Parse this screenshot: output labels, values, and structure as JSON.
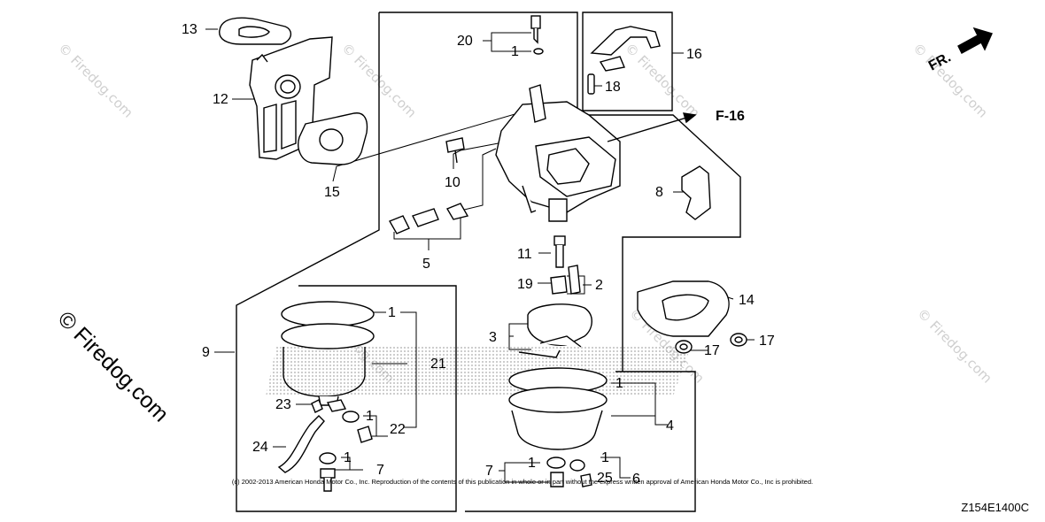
{
  "watermark": {
    "large": "© Firedog.com",
    "small": "© Firedog.com"
  },
  "direction": {
    "label": "FR."
  },
  "reference": {
    "label": "F-16"
  },
  "callouts": [
    "13",
    "12",
    "15",
    "20",
    "1",
    "10",
    "5",
    "16",
    "18",
    "8",
    "11",
    "2",
    "19",
    "3",
    "14",
    "17",
    "17",
    "9",
    "1",
    "21",
    "23",
    "1",
    "22",
    "24",
    "1",
    "7",
    "1",
    "4",
    "7",
    "1",
    "1",
    "6",
    "25"
  ],
  "copyright": "(c) 2002-2013 American Honda Motor Co., Inc. Reproduction of the contents of this publication in whole or in part without the express written approval of American Honda Motor Co., Inc is prohibited.",
  "diagram_code": "Z154E1400C",
  "colors": {
    "line": "#000000",
    "watermark": "#cfcfcf",
    "screen": "#bdbdbd"
  }
}
